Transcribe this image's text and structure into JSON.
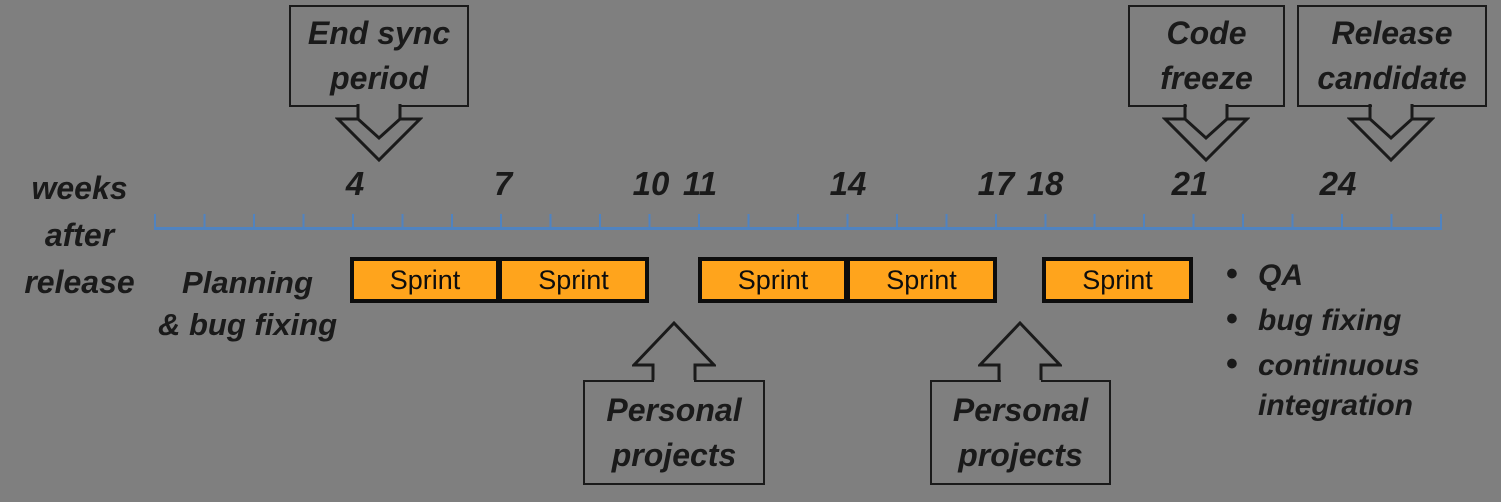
{
  "colors": {
    "background": "#7f7f7f",
    "sprint_fill": "#ffa41c",
    "timeline_blue": "#5083c0",
    "ink": "#1a1a1a"
  },
  "axis_label": {
    "lines": [
      "weeks",
      "after",
      "release"
    ]
  },
  "timeline": {
    "week_labels": [
      "4",
      "7",
      "10",
      "11",
      "14",
      "17",
      "18",
      "21",
      "24"
    ],
    "total_weeks": 26
  },
  "milestones": [
    {
      "lines": [
        "End sync",
        "period"
      ],
      "week": 4
    },
    {
      "lines": [
        "Code",
        "freeze"
      ],
      "week": 21
    },
    {
      "lines": [
        "Release",
        "candidate"
      ],
      "week": 25
    }
  ],
  "planning_label": {
    "lines": [
      "Planning",
      "& bug fixing"
    ]
  },
  "sprints": {
    "labels": [
      "Sprint",
      "Sprint",
      "Sprint",
      "Sprint",
      "Sprint"
    ]
  },
  "personal_projects": [
    {
      "lines": [
        "Personal",
        "projects"
      ]
    },
    {
      "lines": [
        "Personal",
        "projects"
      ]
    }
  ],
  "right_bullets": {
    "items": [
      "QA",
      "bug fixing",
      "continuous integration"
    ]
  }
}
